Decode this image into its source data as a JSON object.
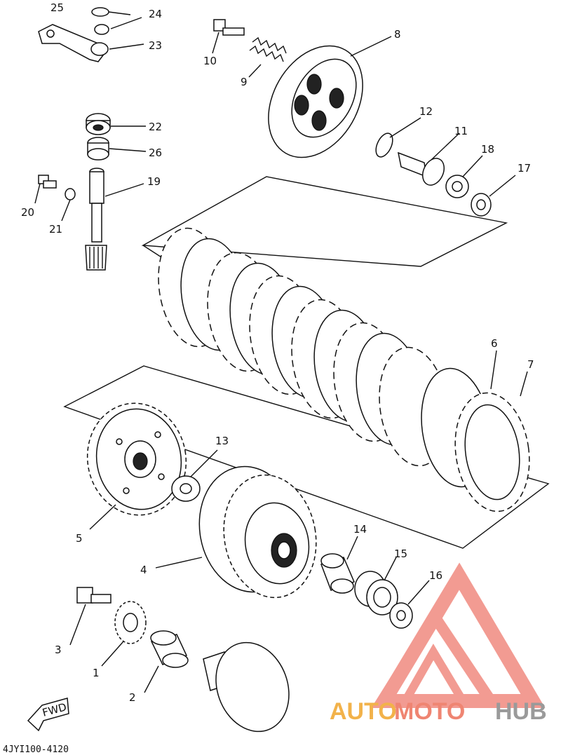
{
  "diagram": {
    "drawing_code": "4JYI100-4120",
    "fwd_label": "FWD",
    "callouts": [
      "1",
      "2",
      "3",
      "4",
      "5",
      "6",
      "7",
      "8",
      "9",
      "10",
      "11",
      "12",
      "13",
      "14",
      "15",
      "16",
      "17",
      "18",
      "19",
      "20",
      "21",
      "22",
      "23",
      "24",
      "25",
      "26"
    ]
  },
  "watermark": {
    "part1": "AUTO",
    "part2": "MOTO",
    "part3": "HUB",
    "colors": {
      "auto": "#f2b24a",
      "moto": "#ef8572",
      "hub": "#9a9a9a",
      "triangle": "#f08a80"
    }
  }
}
